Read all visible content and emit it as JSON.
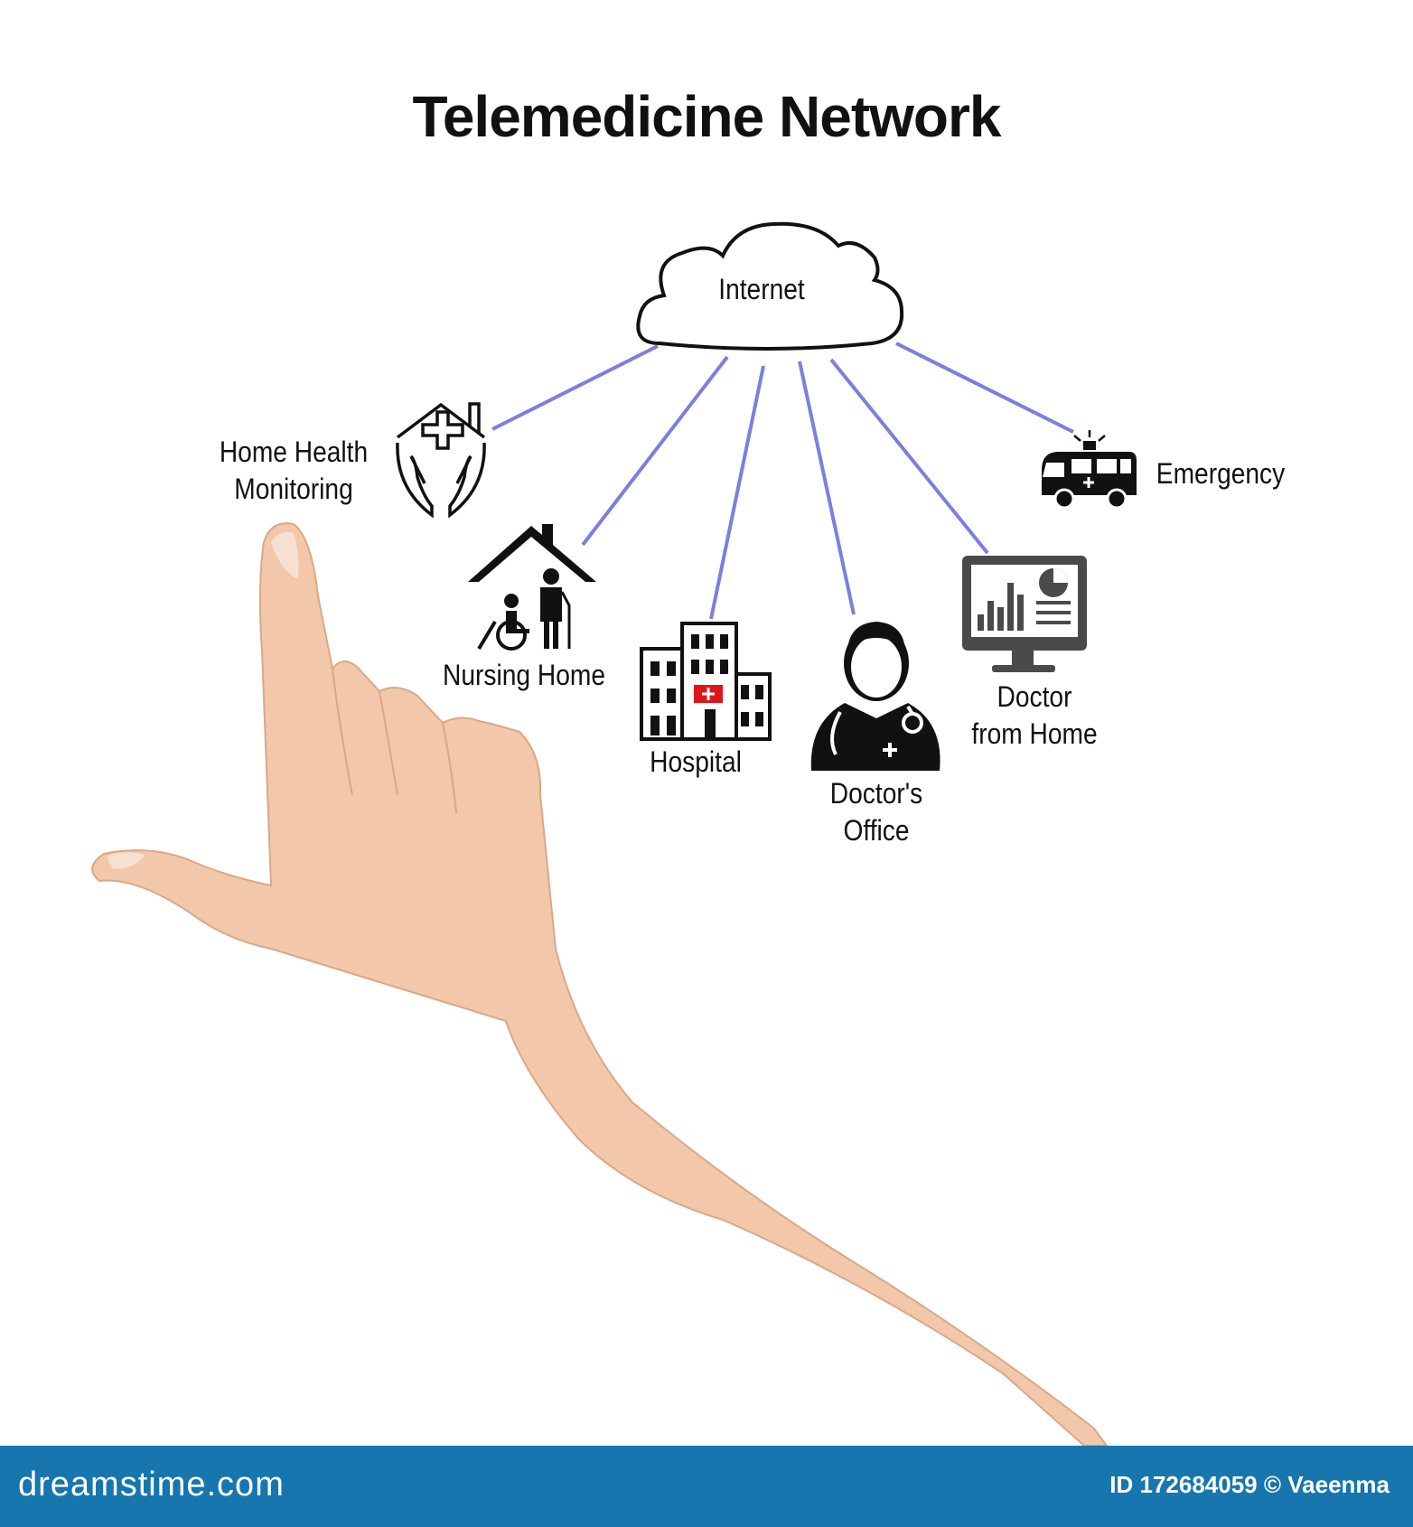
{
  "title": "Telemedicine Network",
  "hub": {
    "label": "Internet",
    "icon": "cloud-icon"
  },
  "nodes": [
    {
      "id": "home-health",
      "label_lines": [
        "Home Health",
        "Monitoring"
      ],
      "icon": "home-health-hands-icon"
    },
    {
      "id": "nursing-home",
      "label_lines": [
        "Nursing Home"
      ],
      "icon": "nursing-home-icon"
    },
    {
      "id": "hospital",
      "label_lines": [
        "Hospital"
      ],
      "icon": "hospital-building-icon"
    },
    {
      "id": "doctors-office",
      "label_lines": [
        "Doctor's",
        "Office"
      ],
      "icon": "doctor-icon"
    },
    {
      "id": "doctor-from-home",
      "label_lines": [
        "Doctor",
        "from Home"
      ],
      "icon": "monitor-chart-icon"
    },
    {
      "id": "emergency",
      "label_lines": [
        "Emergency"
      ],
      "icon": "ambulance-icon"
    }
  ],
  "connector_color": "#7b7fe0",
  "hospital_cross_color": "#e0141b",
  "skin_color": "#f2c7aa",
  "footer": {
    "brand": "dreamstime.com",
    "credit": "ID 172684059 © Vaeenma",
    "background": "#1676ad"
  }
}
